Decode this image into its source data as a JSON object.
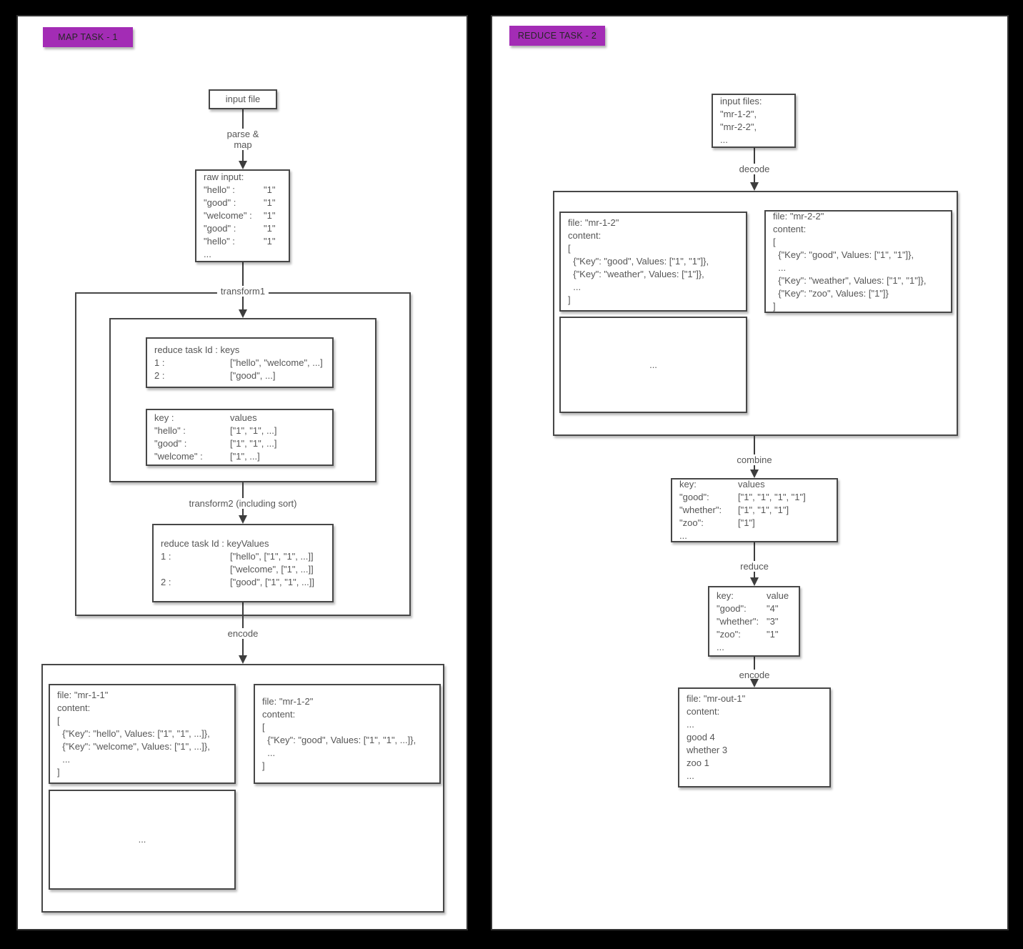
{
  "colors": {
    "background": "#000000",
    "panel": "#ffffff",
    "accent_purple": "#a32cb5",
    "box_border": "#474747",
    "text_gray": "#565656"
  },
  "map_task": {
    "title": "MAP TASK - 1",
    "input_file_label": "input file",
    "parse_map_edge_lines": [
      "parse &",
      "map"
    ],
    "raw_input": {
      "header": "raw input:",
      "rows": [
        {
          "l": "\"hello\" :",
          "r": "\"1\""
        },
        {
          "l": "\"good\" :",
          "r": "\"1\""
        },
        {
          "l": "\"welcome\" :",
          "r": "\"1\""
        },
        {
          "l": "\"good\" :",
          "r": "\"1\""
        },
        {
          "l": "\"hello\" :",
          "r": "\"1\""
        },
        {
          "l": "...",
          "r": ""
        }
      ]
    },
    "transform1_label": "transform1",
    "reduce_keys": {
      "header": "reduce task Id : keys",
      "rows": [
        {
          "l": "1 :",
          "r": "[\"hello\", \"welcome\", ...]"
        },
        {
          "l": "2 :",
          "r": "[\"good\", ...]"
        }
      ]
    },
    "key_values": {
      "rows": [
        {
          "l": "key :",
          "r": "values"
        },
        {
          "l": "\"hello\" :",
          "r": "[\"1\", \"1\", ...]"
        },
        {
          "l": "\"good\" :",
          "r": "[\"1\", \"1\", ...]"
        },
        {
          "l": "\"welcome\" :",
          "r": "[\"1\", ...]"
        }
      ]
    },
    "transform2_label": "transform2 (including sort)",
    "key_values_sorted": {
      "header": "reduce task Id : keyValues",
      "rows": [
        {
          "l": "1 :",
          "r": "[\"hello\", [\"1\", \"1\", ...]]"
        },
        {
          "l": "",
          "r": "[\"welcome\", [\"1\", ...]]"
        },
        {
          "l": "2 :",
          "r": "[\"good\", [\"1\", \"1\", ...]]"
        }
      ]
    },
    "encode_label": "encode",
    "file_mr_1_1": {
      "lines": [
        "file: \"mr-1-1\"",
        "content:",
        "[",
        "  {\"Key\": \"hello\", Values: [\"1\", \"1\", ...]},",
        "  {\"Key\": \"welcome\", Values: [\"1\", ...]},",
        "  ...",
        "]"
      ]
    },
    "file_mr_1_2": {
      "lines": [
        "file: \"mr-1-2\"",
        "content:",
        "[",
        "  {\"Key\": \"good\", Values: [\"1\", \"1\", ...]},",
        "  ...",
        "]"
      ]
    },
    "more_placeholder": "..."
  },
  "reduce_task": {
    "title": "REDUCE TASK - 2",
    "input_files": {
      "lines": [
        "input files:",
        "\"mr-1-2\",",
        "\"mr-2-2\",",
        "..."
      ]
    },
    "decode_label": "decode",
    "file_mr_1_2": {
      "lines": [
        "file: \"mr-1-2\"",
        "content:",
        "[",
        "  {\"Key\": \"good\", Values: [\"1\", \"1\"]},",
        "  {\"Key\": \"weather\", Values: [\"1\"]},",
        "  ...",
        "]"
      ]
    },
    "file_mr_2_2": {
      "lines": [
        "file: \"mr-2-2\"",
        "content:",
        "[",
        "  {\"Key\": \"good\", Values: [\"1\", \"1\"]},",
        "  ...",
        "  {\"Key\": \"weather\", Values: [\"1\", \"1\"]},",
        "  {\"Key\": \"zoo\", Values: [\"1\"]}",
        "]"
      ]
    },
    "more_placeholder": "...",
    "combine_label": "combine",
    "combine": {
      "rows": [
        {
          "l": "key:",
          "r": "values"
        },
        {
          "l": "\"good\":",
          "r": "[\"1\", \"1\", \"1\", \"1\"]"
        },
        {
          "l": "\"whether\":",
          "r": "[\"1\", \"1\", \"1\"]"
        },
        {
          "l": "\"zoo\":",
          "r": "[\"1\"]"
        },
        {
          "l": "...",
          "r": ""
        }
      ]
    },
    "reduce_label": "reduce",
    "reduce": {
      "rows": [
        {
          "l": "key:",
          "r": "value"
        },
        {
          "l": "\"good\":",
          "r": "\"4\""
        },
        {
          "l": "\"whether\":",
          "r": "\"3\""
        },
        {
          "l": "\"zoo\":",
          "r": "\"1\""
        },
        {
          "l": "...",
          "r": ""
        }
      ]
    },
    "encode_label": "encode",
    "output_file": {
      "lines": [
        "file: \"mr-out-1\"",
        "content:",
        "...",
        "good 4",
        "whether 3",
        "zoo 1",
        "..."
      ]
    }
  }
}
